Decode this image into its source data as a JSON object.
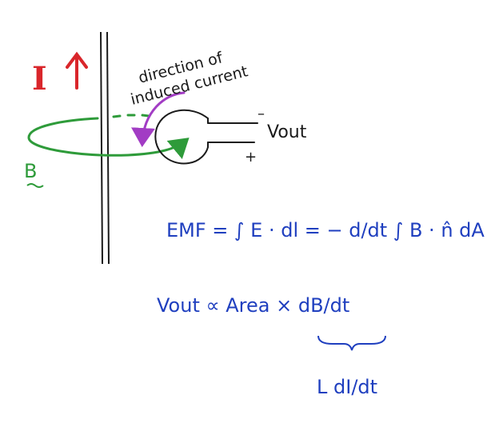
{
  "colors": {
    "ink": "#1a1a1a",
    "current": "#d9262b",
    "field": "#2e9b3a",
    "induced": "#a23cc4",
    "math": "#1f3fbf"
  },
  "current_label": "I",
  "field_label": "B",
  "induced_label_line1": "direction of",
  "induced_label_line2": "induced current",
  "vout_label": "Vout",
  "minus_sign": "–",
  "plus_sign": "+",
  "emf_equation": "EMF = ∫ E · dl = − d/dt ∫ B · n̂ dA",
  "proportional_equation": "Vout ∝ Area × dB/dt",
  "inductance_term": "L dI/dt"
}
